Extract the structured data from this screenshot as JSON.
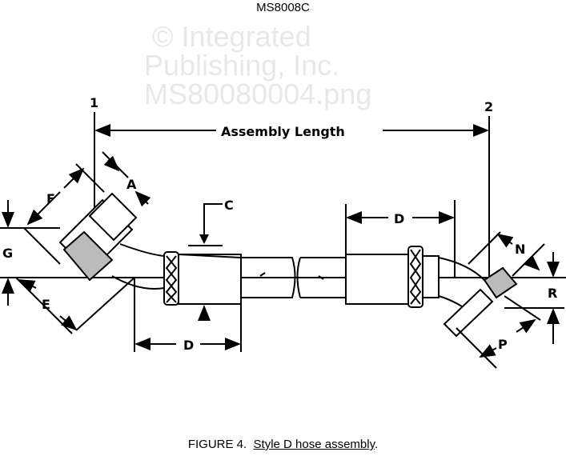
{
  "document": {
    "title": "MS8008C"
  },
  "figure": {
    "caption_prefix": "FIGURE 4.",
    "caption_text": "Style D hose assembly",
    "caption_suffix": "."
  },
  "labels": {
    "end_1": "1",
    "end_2": "2",
    "assembly_length": "Assembly Length",
    "A": "A",
    "C": "C",
    "D_top": "D",
    "D_bottom": "D",
    "E": "E",
    "F": "F",
    "G": "G",
    "N": "N",
    "P": "P",
    "R": "R"
  },
  "watermark": {
    "line1": "© Integrated",
    "line2": "Publishing, Inc.",
    "line3": "MS80080004.png"
  }
}
